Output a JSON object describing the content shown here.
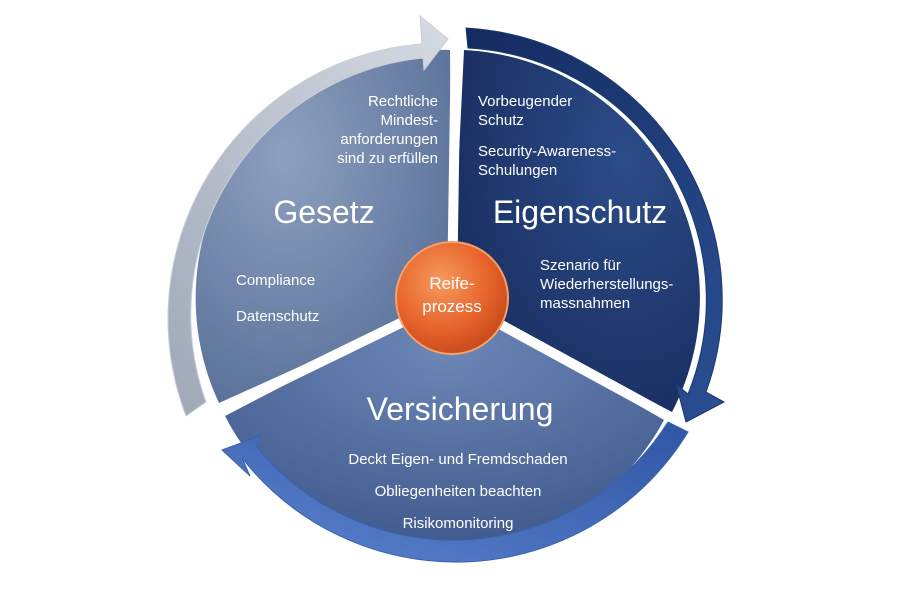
{
  "center": {
    "label_line1": "Reife-",
    "label_line2": "prozess"
  },
  "segments": {
    "gesetz": {
      "title": "Gesetz",
      "top_lines": [
        "Rechtliche",
        "Mindest-",
        "anforderungen",
        "sind zu erfüllen"
      ],
      "items": [
        "Compliance",
        "Datenschutz"
      ]
    },
    "eigenschutz": {
      "title": "Eigenschutz",
      "item1_lines": [
        "Vorbeugender",
        "Schutz"
      ],
      "item2_lines": [
        "Security-Awareness-",
        "Schulungen"
      ],
      "item3_lines": [
        "Szenario für",
        "Wiederherstellungs-",
        "massnahmen"
      ]
    },
    "versicherung": {
      "title": "Versicherung",
      "items": [
        "Deckt Eigen- und Fremdschaden",
        "Obliegenheiten beachten",
        "Risikomonitoring"
      ]
    }
  },
  "colors": {
    "gesetz": "#6d83a8",
    "eigenschutz": "#1f3b73",
    "versicherung": "#4f6a9e",
    "arrow_gray": "#b8bfca",
    "arrow_darkblue": "#23427e",
    "arrow_blue": "#3f66b3",
    "center": "#e8642b"
  }
}
